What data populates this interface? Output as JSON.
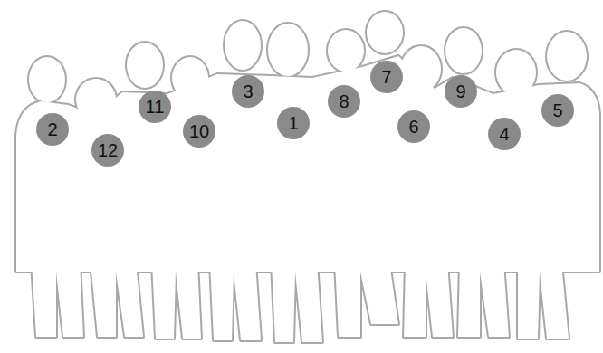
{
  "diagram": {
    "nodes": [
      {
        "text": [
          "2"
        ]
      },
      {
        "text": [
          "12"
        ]
      },
      {
        "text": [
          "11"
        ]
      },
      {
        "text": [
          "10"
        ]
      },
      {
        "text": [
          "3"
        ]
      },
      {
        "text": [
          "1"
        ]
      },
      {
        "text": [
          "8"
        ]
      },
      {
        "text": [
          "7"
        ]
      },
      {
        "text": [
          "6"
        ]
      },
      {
        "text": [
          "9"
        ]
      },
      {
        "text": [
          "4"
        ]
      },
      {
        "text": [
          "5"
        ]
      }
    ]
  }
}
